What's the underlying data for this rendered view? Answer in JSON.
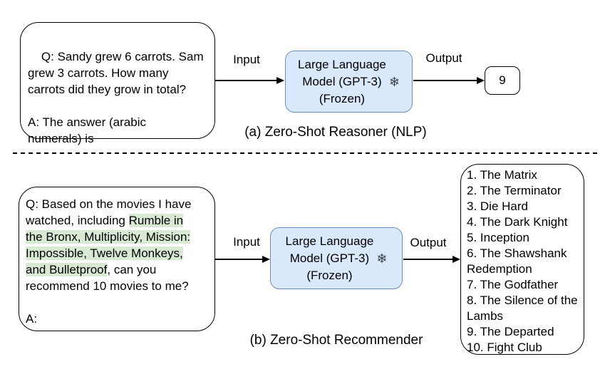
{
  "colors": {
    "llm_box_fill": "#dae8fc",
    "llm_box_border": "#6c8ebf",
    "movie_highlight": "#d8ead3",
    "stroke": "#000000"
  },
  "llm": {
    "label": "Large Language\nModel (GPT-3)\n(Frozen)",
    "frozen_icon": "❄"
  },
  "reasoner": {
    "prompt": "Q: Sandy grew 6 carrots. Sam\ngrew 3 carrots. How many\ncarrots did they grow in total?\n\nA: The answer (arabic\nnumerals) is",
    "input_label": "Input",
    "output_label": "Output",
    "answer": "9",
    "caption": "(a) Zero-Shot Reasoner (NLP)"
  },
  "recommender": {
    "prompt_segments": [
      {
        "text": "Q: Based on the movies I have\nwatched, including ",
        "highlight": false
      },
      {
        "text": "Rumble in\nthe Bronx, Multiplicity, Mission:\nImpossible, Twelve Monkeys,\nand Bulletproof",
        "highlight": true
      },
      {
        "text": ", can you\nrecommend 10 movies to me?\n\nA:",
        "highlight": false
      }
    ],
    "input_label": "Input",
    "output_label": "Output",
    "recommendations": [
      "1. The Matrix",
      "2. The Terminator",
      "3. Die Hard",
      "4. The Dark Knight",
      "5. Inception",
      "6. The Shawshank Redemption",
      "7. The Godfather",
      "8. The Silence of the Lambs",
      "9. The Departed",
      "10. Fight Club"
    ],
    "caption": "(b) Zero-Shot Recommender"
  }
}
